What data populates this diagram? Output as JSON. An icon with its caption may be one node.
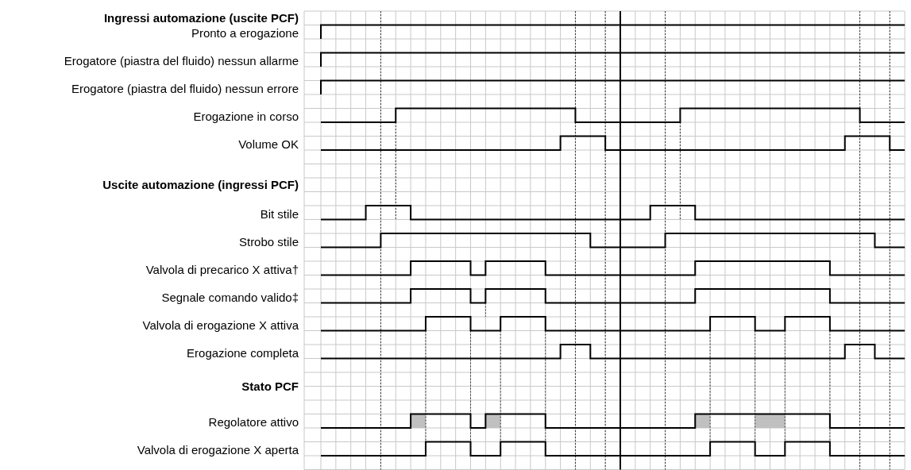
{
  "diagram": {
    "labels": [
      "Ingressi automazione (uscite PCF)",
      "Pronto a erogazione",
      "Erogatore (piastra del fluido) nessun allarme",
      "Erogatore (piastra del fluido) nessun errore",
      "Erogazione in corso",
      "Volume OK",
      "Uscite automazione (ingressi PCF)",
      "Bit stile",
      "Strobo stile",
      "Valvola di precarico X attiva†",
      "Segnale comando valido‡",
      "Valvola di erogazione X attiva",
      "Erogazione completa",
      "Stato PCF",
      "Regolatore attivo",
      "Valvola di erogazione X aperta"
    ]
  }
}
